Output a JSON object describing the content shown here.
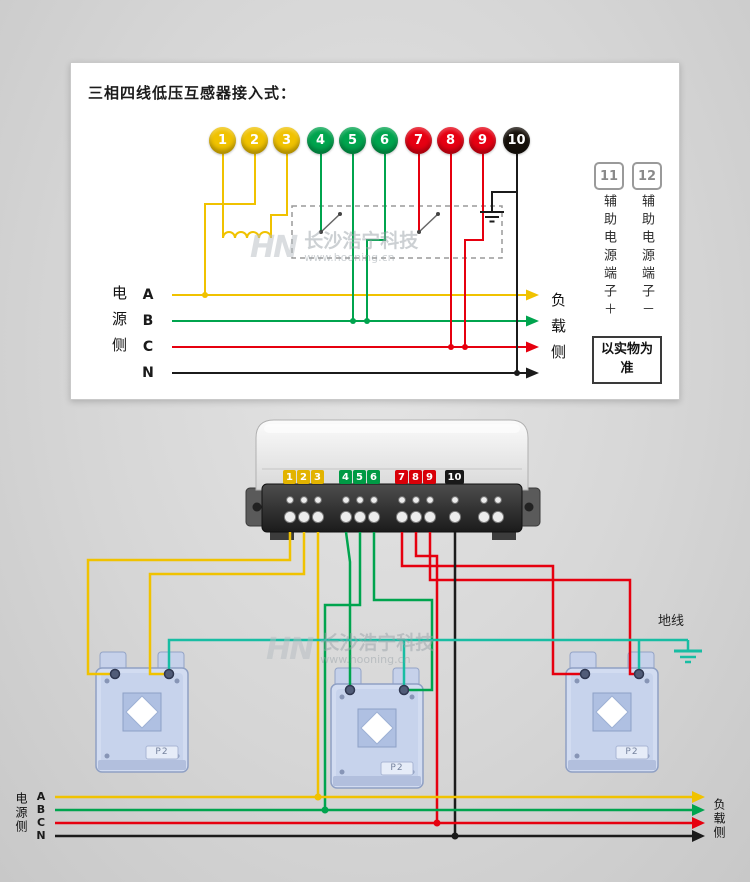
{
  "watermark": {
    "logo": "HN",
    "brand": "长沙浩宁科技",
    "url": "www.hooning.cn"
  },
  "schematic": {
    "title": "三相四线低压互感器接入式：",
    "terminals": [
      "1",
      "2",
      "3",
      "4",
      "5",
      "6",
      "7",
      "8",
      "9",
      "10"
    ],
    "aux": {
      "t11": {
        "number": "11",
        "label": "辅助电源端子＋"
      },
      "t12": {
        "number": "12",
        "label": "辅助电源端子－"
      }
    },
    "note": "以实物为准",
    "source_label": "电源侧",
    "load_label": "负载侧",
    "phases": [
      "A",
      "B",
      "C",
      "N"
    ]
  },
  "wiring": {
    "terminals": [
      "1",
      "2",
      "3",
      "4",
      "5",
      "6",
      "7",
      "8",
      "9",
      "10"
    ],
    "ct_label": "P2",
    "ground_label": "地线",
    "source_label": "电源侧",
    "load_label": "负载侧",
    "phases": [
      "A",
      "B",
      "C",
      "N"
    ]
  },
  "colors": {
    "phase_a": "#f0c200",
    "phase_b": "#00a44e",
    "phase_c": "#e6000f",
    "neutral": "#1b1b1b",
    "ground_link": "#18bda3",
    "panel": "#ffffff",
    "background": "#d6d6d6"
  }
}
